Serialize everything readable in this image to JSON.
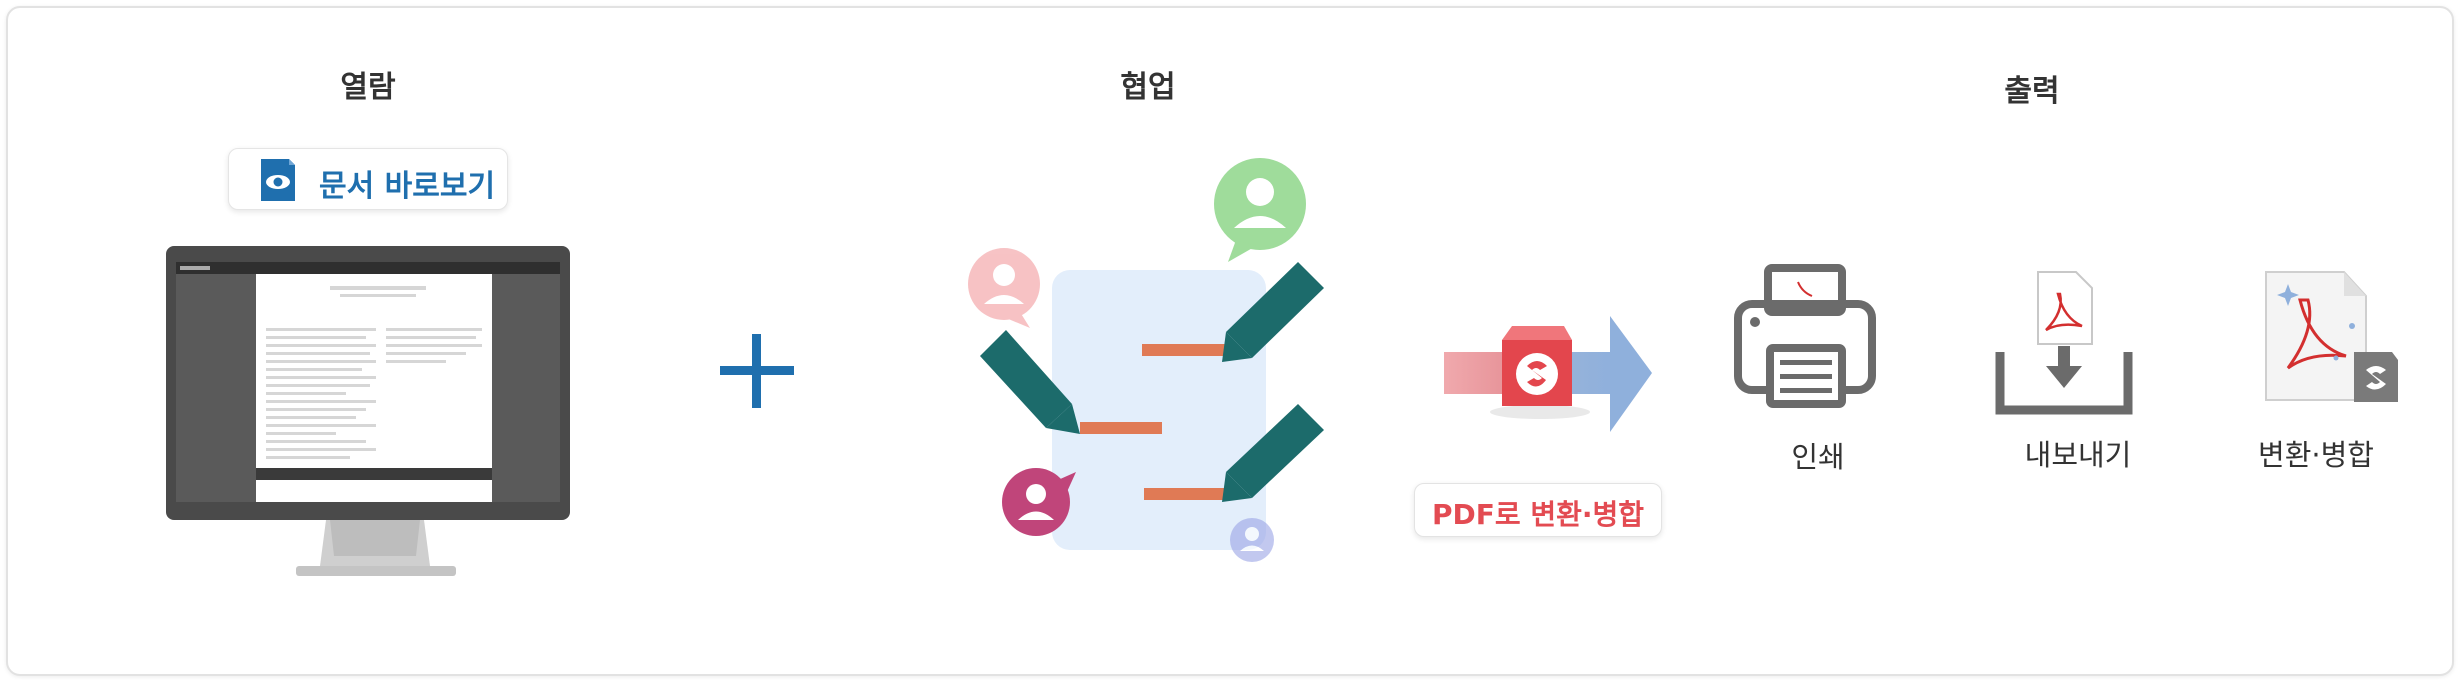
{
  "sections": {
    "view": {
      "title": "열람",
      "badge_label": "문서 바로보기"
    },
    "collab": {
      "title": "협업"
    },
    "output": {
      "title": "출력"
    }
  },
  "convert": {
    "badge_label": "PDF로 변환·병합"
  },
  "outputs": [
    {
      "label": "인쇄",
      "icon": "printer-icon"
    },
    {
      "label": "내보내기",
      "icon": "export-download-icon"
    },
    {
      "label": "변환·병합",
      "icon": "convert-merge-icon"
    }
  ],
  "colors": {
    "blue_brand": "#1f6fae",
    "red_accent": "#e34b52",
    "teal_pen": "#1c6b6b",
    "orange_line": "#e07a55",
    "icon_gray": "#6b6b6b"
  }
}
